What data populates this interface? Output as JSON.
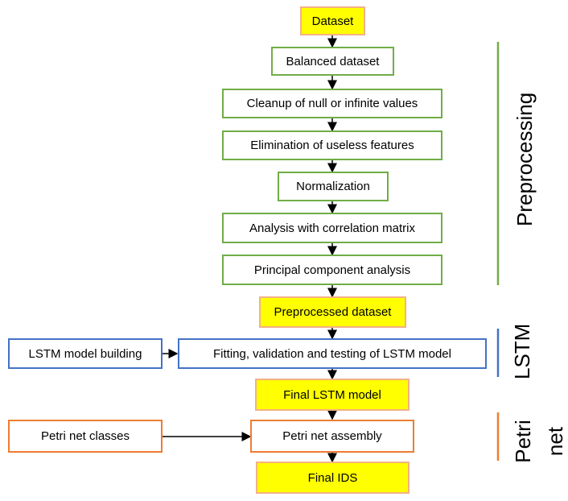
{
  "nodes": {
    "dataset": "Dataset",
    "balanced": "Balanced dataset",
    "cleanup": "Cleanup of null or infinite values",
    "elimination": "Elimination of useless features",
    "normalization": "Normalization",
    "correlation": "Analysis with correlation matrix",
    "pca": "Principal component analysis",
    "preprocessed": "Preprocessed dataset",
    "lstm_building": "LSTM model building",
    "lstm_fitting": "Fitting, validation and testing of LSTM model",
    "final_lstm": "Final LSTM model",
    "petri_classes": "Petri net classes",
    "petri_assembly": "Petri net assembly",
    "final_ids": "Final IDS"
  },
  "groups": {
    "preprocessing": "Preprocessing",
    "lstm": "LSTM",
    "petri_line1": "Petri",
    "petri_line2": "net"
  },
  "colors": {
    "preprocessing": "#70ad47",
    "lstm": "#4472c4",
    "petri": "#ed7d31",
    "highlight_fill": "#ffff00",
    "highlight_border": "#f4b183"
  }
}
